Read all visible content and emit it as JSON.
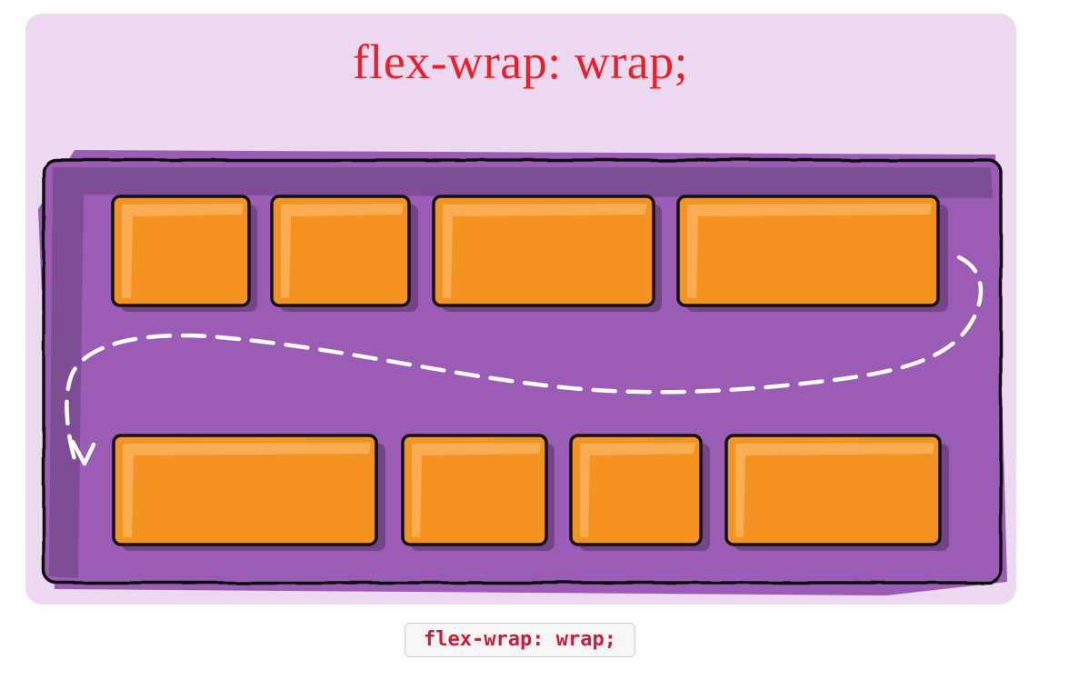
{
  "illustration": {
    "title": "flex-wrap: wrap;",
    "colors": {
      "card_background": "#ecd8ef",
      "container_purple": "#9b5cb6",
      "container_shadow": "#7a4a8f",
      "item_orange": "#f59322",
      "item_highlight": "#fbb35f",
      "outline": "#111111",
      "arrow": "#ffffff",
      "title_red": "#e8202c"
    },
    "rows": [
      {
        "name": "row-1",
        "item_count": 4
      },
      {
        "name": "row-2",
        "item_count": 4
      }
    ],
    "arrow": "dashed-wrap-arrow-icon"
  },
  "caption": {
    "code": "flex-wrap: wrap;"
  }
}
